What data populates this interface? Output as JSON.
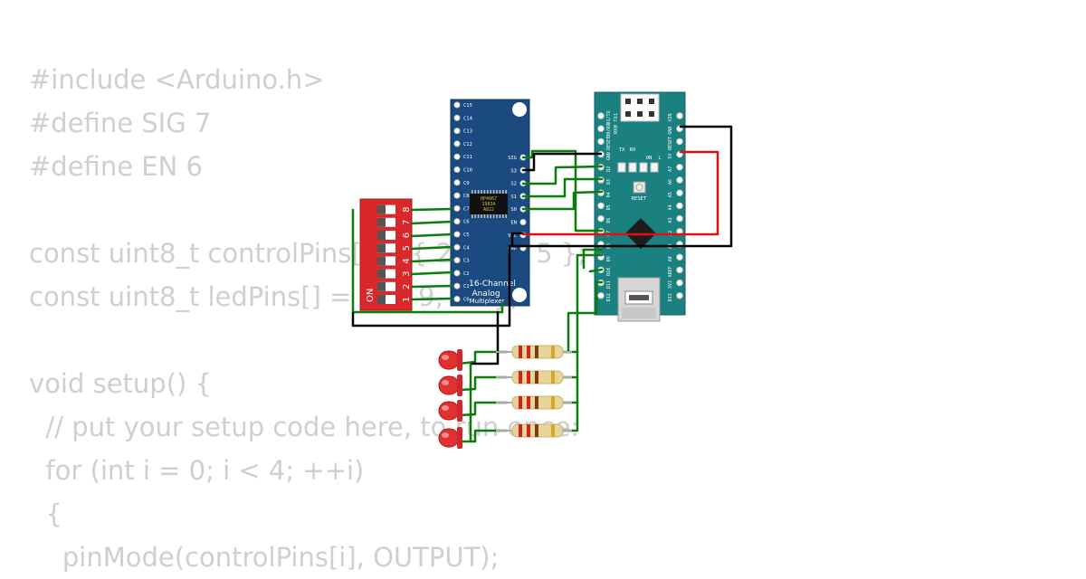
{
  "code_lines": [
    "#include <Arduino.h>",
    "#define SIG 7",
    "#define EN 6",
    "",
    "const uint8_t controlPins[] = { 2, 3, 4, 5 };",
    "const uint8_t ledPins[] = { 8, 9, 10 };",
    "",
    "void setup() {",
    "  // put your setup code here, to run once:",
    "  for (int i = 0; i < 4; ++i)",
    "  {",
    "    pinMode(controlPins[i], OUTPUT);"
  ],
  "mux": {
    "title_line1": "16-Channel",
    "title_line2": "Analog",
    "title_line3": "Multiplexer",
    "ic_label1": "HP4067",
    "ic_label2": "1983A",
    "ic_label3": "A822",
    "left_pins": [
      "C15",
      "C14",
      "C13",
      "C12",
      "C11",
      "C10",
      "C9",
      "C8",
      "C7",
      "C6",
      "C5",
      "C4",
      "C3",
      "C2",
      "C1",
      "C0"
    ],
    "right_pins": [
      "SIG",
      "S3",
      "S2",
      "S1",
      "S0",
      "EN",
      "VCC",
      "GND"
    ]
  },
  "arduino": {
    "top_label": "RX0 TX1",
    "reset_label": "RESET",
    "led_labels": [
      "TX",
      "RX",
      "ON",
      "L"
    ],
    "left_pins": [
      "D1/TX",
      "D0/RX",
      "RESET",
      "GND",
      "D2",
      "D3",
      "D4",
      "D5",
      "D6",
      "D7",
      "D8",
      "D9",
      "D10",
      "D11",
      "D12"
    ],
    "right_pins": [
      "VIN",
      "GND",
      "RESET",
      "5V",
      "A7",
      "A6",
      "A5",
      "A4",
      "A3",
      "A2",
      "A1",
      "A0",
      "AREF",
      "3V3",
      "D13"
    ]
  },
  "dip_switch": {
    "on_label": "ON",
    "numbers": [
      "1",
      "2",
      "3",
      "4",
      "5",
      "6",
      "7",
      "8"
    ]
  },
  "colors": {
    "wire_green": "#0a7d0a",
    "wire_black": "#000000",
    "wire_red": "#e01010",
    "mux_board": "#1a4a80",
    "arduino_board": "#1a8080",
    "dip_body": "#d8282a",
    "led_red": "#e03030",
    "code_text": "#cfcfcf"
  }
}
